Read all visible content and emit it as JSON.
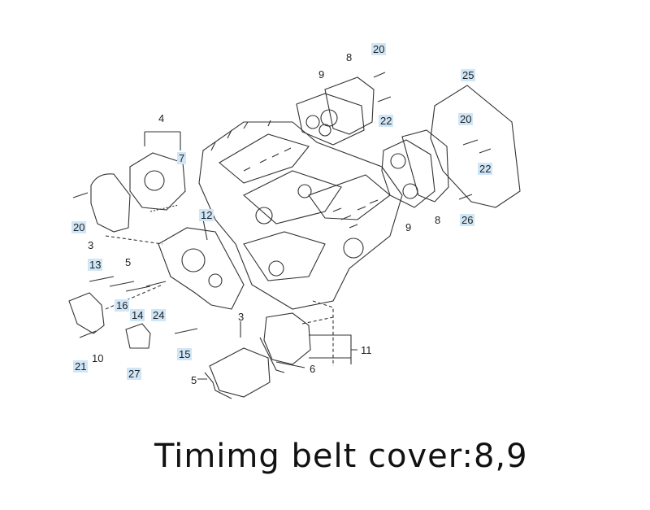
{
  "caption": "Timimg belt cover:8,9",
  "callouts": {
    "c4": "4",
    "c7": "7",
    "c20a": "20",
    "c3a": "3",
    "c13": "13",
    "c5a": "5",
    "c16": "16",
    "c14": "14",
    "c24": "24",
    "c12": "12",
    "c21": "21",
    "c10": "10",
    "c27": "27",
    "c15": "15",
    "c3b": "3",
    "c5b": "5",
    "c6": "6",
    "c11": "11",
    "c9a": "9",
    "c8a": "8",
    "c20b": "20",
    "c22a": "22",
    "c25": "25",
    "c20c": "20",
    "c22b": "22",
    "c26": "26",
    "c9b": "9",
    "c8b": "8"
  }
}
